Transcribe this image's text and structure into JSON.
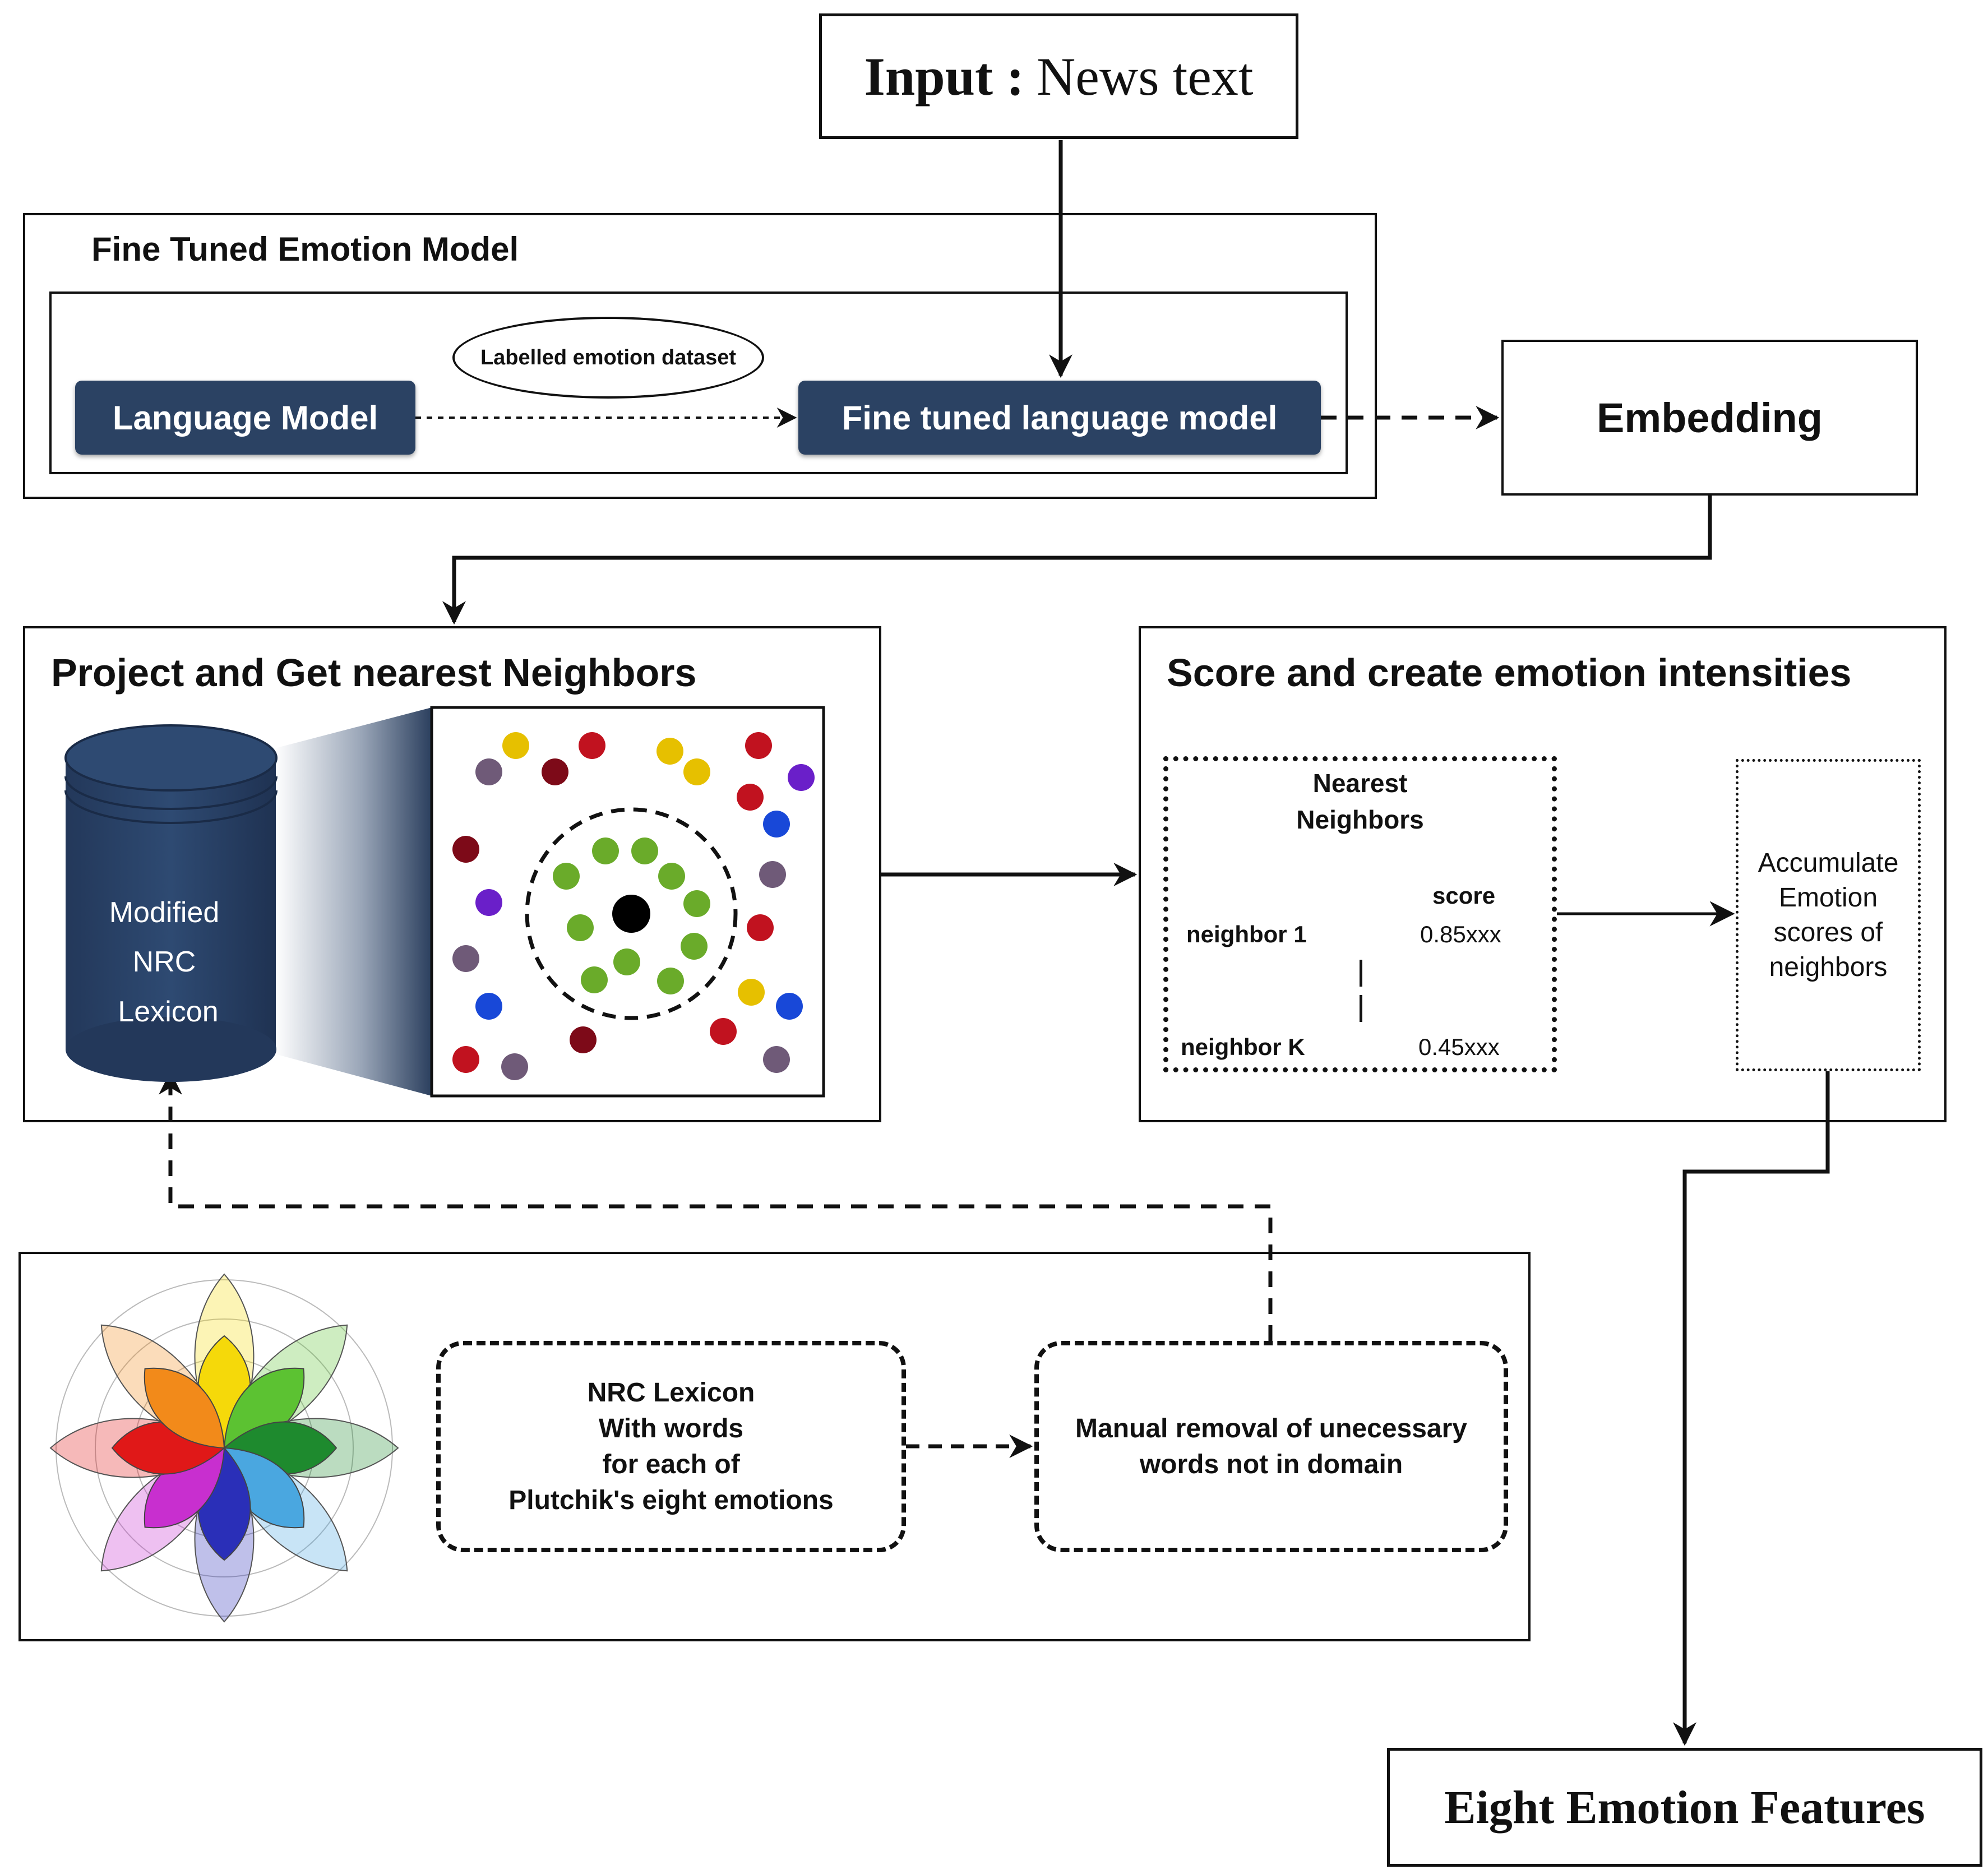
{
  "input": {
    "label": "Input :",
    "value": "News text"
  },
  "fine_tuned_model": {
    "title": "Fine Tuned Emotion Model",
    "language_model": "Language Model",
    "dataset": "Labelled emotion dataset",
    "fine_tuned": "Fine tuned language model"
  },
  "embedding": "Embedding",
  "project": {
    "title": "Project and Get nearest Neighbors",
    "lexicon_line1": "Modified",
    "lexicon_line2": "NRC",
    "lexicon_line3": "Lexicon",
    "point_colors": {
      "red": "#c1121f",
      "dark_red": "#7d0a18",
      "yellow": "#e6c000",
      "purple": "#6f5a78",
      "violet": "#6a1fc9",
      "blue": "#1848d8",
      "green": "#6aab2a",
      "center": "#000000"
    }
  },
  "score": {
    "title": "Score and create emotion intensities",
    "nn_title1": "Nearest",
    "nn_title2": "Neighbors",
    "score_header": "score",
    "neighbor1": "neighbor 1",
    "score1": "0.85xxx",
    "neighborK": "neighbor K",
    "scoreK": "0.45xxx",
    "acc1": "Accumulate",
    "acc2": "Emotion",
    "acc3": "scores of",
    "acc4": "neighbors"
  },
  "lexicon_source": {
    "nrc1": "NRC Lexicon",
    "nrc2": "With words",
    "nrc3": "for each of",
    "nrc4": "Plutchik's eight emotions",
    "manual1": "Manual removal of unecessary",
    "manual2": "words not in domain",
    "wheel_colors": [
      "#f5d90a",
      "#5cc232",
      "#1e8a2e",
      "#4aa7e0",
      "#2a2fb8",
      "#c82fcf",
      "#e01818",
      "#f28a1a"
    ]
  },
  "output": "Eight Emotion Features"
}
